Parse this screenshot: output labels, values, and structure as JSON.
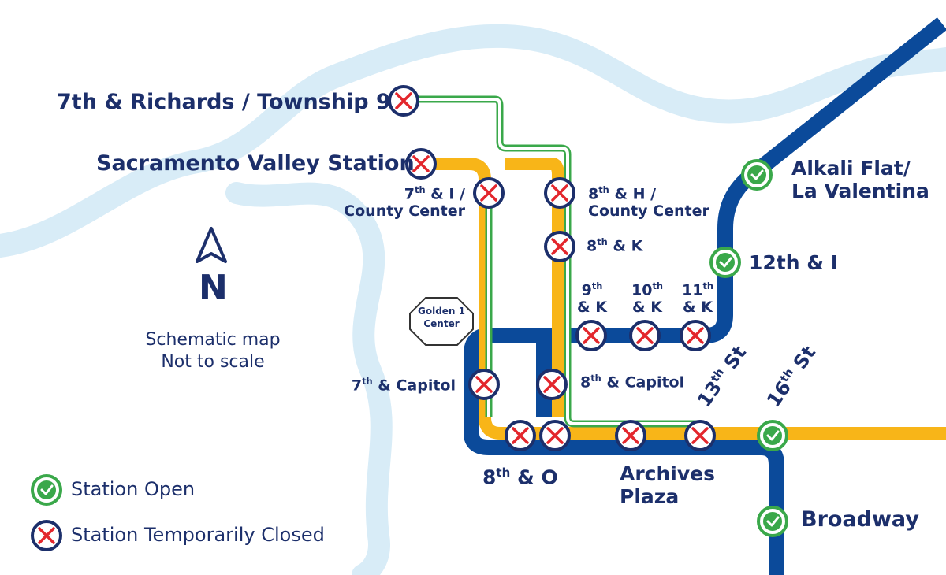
{
  "colors": {
    "blue_line": "#0b4a9a",
    "gold_line": "#f8b518",
    "green_line": "#3aa84a",
    "river": "#d8ecf7",
    "closed_x": "#e3262c",
    "navy": "#1c2f6b",
    "open_check": "#3aa84a"
  },
  "north_label": "N",
  "map_note": [
    "Schematic map",
    "Not to scale"
  ],
  "landmark": [
    "Golden 1",
    "Center"
  ],
  "legend": {
    "open_label": "Station Open",
    "closed_label": "Station Temporarily Closed"
  },
  "stations": {
    "richards": "7th & Richards / Township 9",
    "sac_valley": "Sacramento Valley Station",
    "seventh_i": [
      "7th & I /",
      "County Center"
    ],
    "eighth_h": [
      "8th & H /",
      "County Center"
    ],
    "eighth_k": "8th & K",
    "ninth_k": [
      "9th",
      "& K"
    ],
    "tenth_k": [
      "10th",
      "& K"
    ],
    "eleventh_k": [
      "11th",
      "& K"
    ],
    "alkali": [
      "Alkali Flat/",
      "La Valentina"
    ],
    "twelfth_i": "12th & I",
    "seventh_capitol": "7th & Capitol",
    "eighth_capitol": "8th & Capitol",
    "thirteenth": "13th St",
    "sixteenth": "16th St",
    "eighth_o": "8th & O",
    "archives": [
      "Archives",
      "Plaza"
    ],
    "broadway": "Broadway"
  },
  "station_status": {
    "richards": "closed",
    "sac_valley": "closed",
    "seventh_i": "closed",
    "eighth_h": "closed",
    "eighth_k": "closed",
    "ninth_k": "closed",
    "tenth_k": "closed",
    "eleventh_k": "closed",
    "alkali": "open",
    "twelfth_i": "open",
    "seventh_capitol": "closed",
    "eighth_capitol": "closed",
    "thirteenth": "closed",
    "sixteenth": "open",
    "eighth_o_west": "closed",
    "eighth_o_east": "closed",
    "archives": "closed",
    "broadway": "open"
  }
}
